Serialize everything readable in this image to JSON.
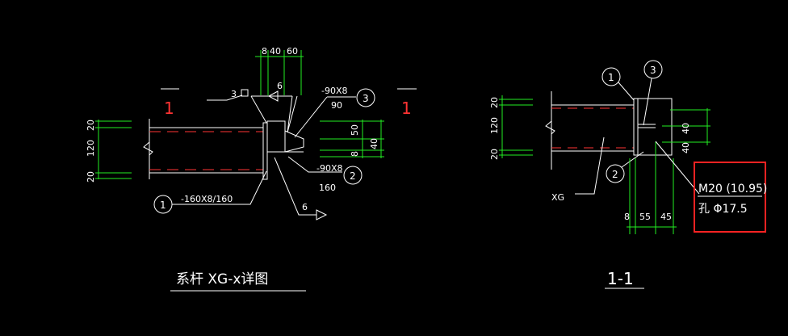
{
  "colors": {
    "background": "#000000",
    "outline": "#ffffff",
    "dimension": "#22ee22",
    "hidden_line": "#ff3333",
    "highlight_box": "#ff2222"
  },
  "left_view": {
    "section_mark_left": "1",
    "section_mark_right": "1",
    "top_dims": [
      "8",
      "40",
      "60"
    ],
    "weld_note": "3",
    "weld_size_top": "6",
    "weld_size_bottom": "6",
    "stiffener_top": "-90X8",
    "stiffener_top_sub": "90",
    "stiffener_bottom": "-90X8",
    "stiffener_bottom_sub": "160",
    "callout_3": "3",
    "callout_2": "2",
    "callout_1": "1",
    "plate_label": "-160X8/160",
    "left_dims": [
      "20",
      "120",
      "20"
    ],
    "right_dims": [
      "50",
      "8",
      "40"
    ],
    "title": "系杆 XG-x详图"
  },
  "right_view": {
    "callout_1": "1",
    "callout_2": "2",
    "callout_3": "3",
    "left_dims": [
      "20",
      "120",
      "20"
    ],
    "right_dims": [
      "40",
      "40"
    ],
    "bottom_dims": [
      "8",
      "55",
      "45"
    ],
    "member_label": "XG",
    "bolt_spec": "M20 (10.95)",
    "hole_spec": "孔 Φ17.5",
    "title": "1-1"
  }
}
